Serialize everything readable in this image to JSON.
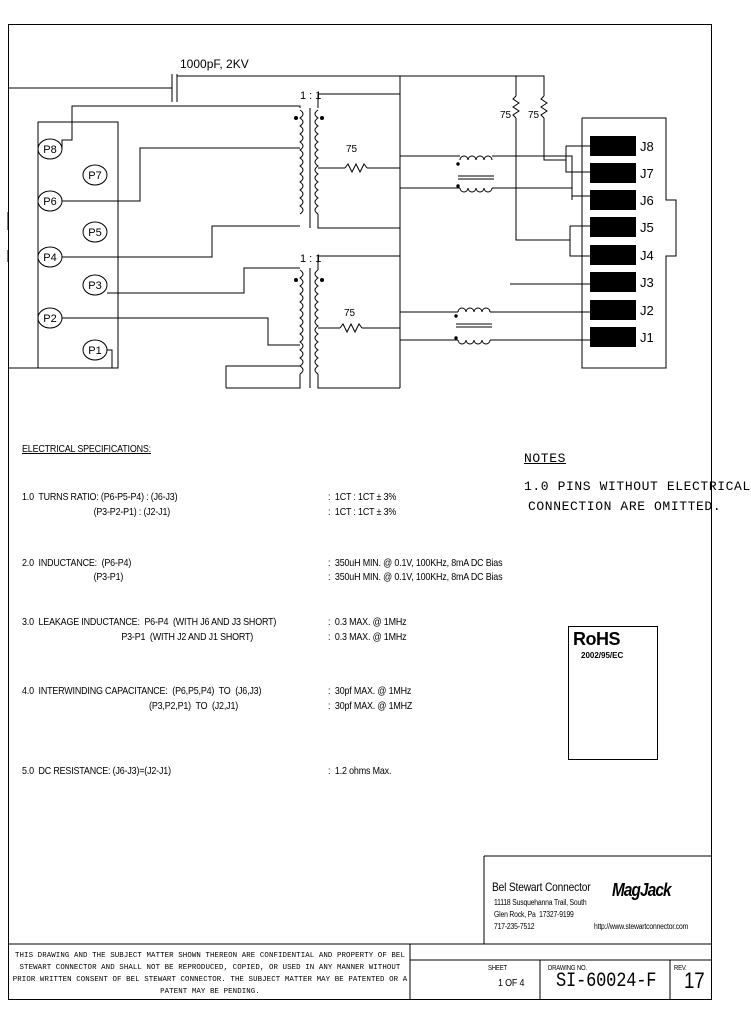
{
  "schematic": {
    "capacitor_label": "1000pF, 2KV",
    "ratio_top": "1 : 1",
    "ratio_bottom": "1 : 1",
    "resistor_top": "75",
    "resistor_bottom": "75",
    "resistor_left": "75",
    "resistor_right": "75",
    "pins": [
      "P8",
      "P7",
      "P6",
      "P5",
      "P4",
      "P3",
      "P2",
      "P1"
    ],
    "jacks": [
      "J8",
      "J7",
      "J6",
      "J5",
      "J4",
      "J3",
      "J2",
      "J1"
    ]
  },
  "specs": {
    "heading": "ELECTRICAL SPECIFICATIONS:",
    "lines": [
      {
        "label": "1.0  TURNS RATIO: (P6-P5-P4) : (J6-J3)",
        "value": ":  1CT : 1CT ± 3%"
      },
      {
        "label": "                               (P3-P2-P1) : (J2-J1)",
        "value": ":  1CT : 1CT ± 3%"
      },
      {
        "label": "2.0  INDUCTANCE:  (P6-P4)",
        "value": ":  350uH MIN. @ 0.1V, 100KHz, 8mA DC Bias"
      },
      {
        "label": "                               (P3-P1)",
        "value": ":  350uH MIN. @ 0.1V, 100KHz, 8mA DC Bias"
      },
      {
        "label": "3.0  LEAKAGE INDUCTANCE:  P6-P4  (WITH J6 AND J3 SHORT)",
        "value": ":  0.3 MAX. @ 1MHz"
      },
      {
        "label": "                                           P3-P1  (WITH J2 AND J1 SHORT)",
        "value": ":  0.3 MAX. @ 1MHz"
      },
      {
        "label": "4.0  INTERWINDING CAPACITANCE:  (P6,P5,P4)  TO  (J6,J3)",
        "value": ":  30pf MAX. @ 1MHz"
      },
      {
        "label": "                                                       (P3,P2,P1)  TO  (J2,J1)",
        "value": ":  30pf MAX. @ 1MHZ"
      },
      {
        "label": "5.0  DC RESISTANCE: (J6-J3)=(J2-J1)",
        "value": ":  1.2 ohms Max."
      }
    ]
  },
  "notes": {
    "heading": "NOTES",
    "line1": "1.0 PINS WITHOUT ELECTRICAL",
    "line2": "CONNECTION ARE OMITTED."
  },
  "rohs": {
    "title": "RoHS",
    "sub": "2002/95/EC"
  },
  "title_block": {
    "company": "Bel Stewart Connector",
    "address1": "11118 Susquehanna Trail, South",
    "address2": "Glen Rock, Pa  17327-9199",
    "phone": "717-235-7512",
    "logo": "MagJack",
    "website": "http://www.stewartconnector.com",
    "sheet_label": "SHEET",
    "sheet_value": "1 OF 4",
    "drawing_label": "DRAWING NO.",
    "drawing_value": "SI-60024-F",
    "rev_label": "REV.",
    "rev_value": "17"
  },
  "confidential": "THIS DRAWING AND THE SUBJECT MATTER SHOWN THEREON ARE CONFIDENTIAL AND PROPERTY OF BEL STEWART CONNECTOR AND SHALL NOT BE REPRODUCED, COPIED, OR USED IN ANY MANNER WITHOUT PRIOR WRITTEN CONSENT OF BEL STEWART CONNECTOR.  THE SUBJECT MATTER MAY BE PATENTED OR A PATENT MAY BE PENDING."
}
